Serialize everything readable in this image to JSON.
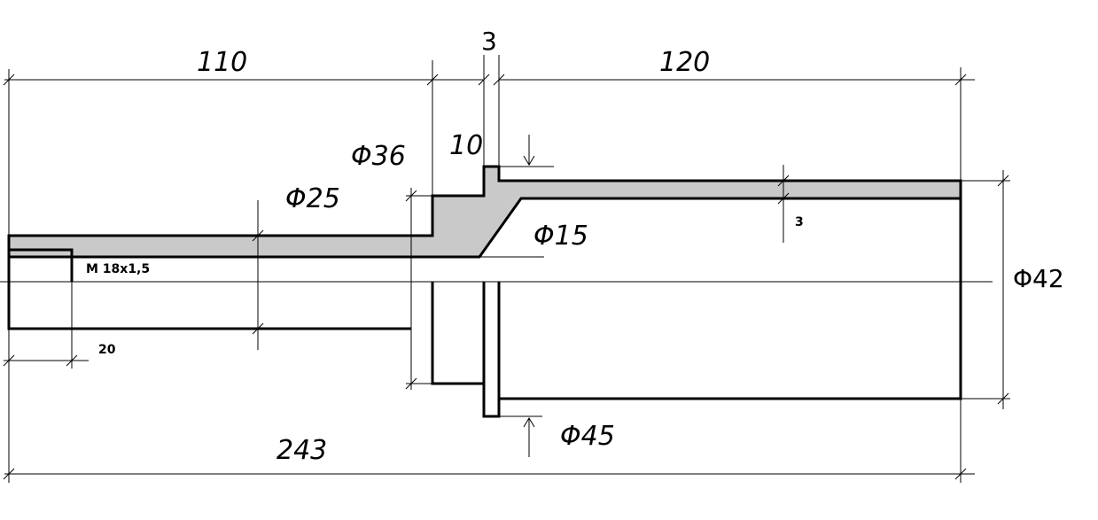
{
  "drawing": {
    "dimensions": {
      "length_left": "110",
      "collar_width": "3",
      "length_right": "120",
      "collar_offset": "10",
      "diameter_36": "Φ36",
      "diameter_25": "Φ25",
      "diameter_15": "Φ15",
      "wall_thickness": "3",
      "diameter_42": "Φ42",
      "diameter_45": "Φ45",
      "thread_label": "M 18x1,5",
      "thread_length": "20",
      "total_length": "243"
    },
    "colors": {
      "section_fill": "#c9c9c9",
      "line": "#000000"
    }
  }
}
